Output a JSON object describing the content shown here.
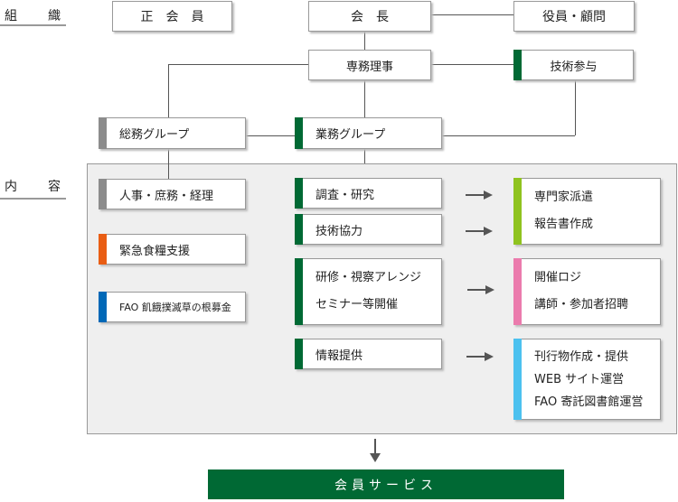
{
  "sections": {
    "organization": "組　織",
    "content": "内　容"
  },
  "org": {
    "regular_members": "正　会　員",
    "chairman": "会　長",
    "officers": "役員・顧問",
    "executive_director": "専務理事",
    "technical_advisor": "技術参与",
    "general_affairs_group": "総務グループ",
    "operations_group": "業務グループ"
  },
  "content": {
    "general": [
      "人事・庶務・経理",
      "緊急食糧支援",
      "FAO 飢餓撲滅草の根募金"
    ],
    "operations": [
      [
        "調査・研究"
      ],
      [
        "技術協力"
      ],
      [
        "研修・視察アレンジ",
        "セミナー等開催"
      ],
      [
        "情報提供"
      ]
    ],
    "outputs": [
      [
        "専門家派遣",
        "報告書作成"
      ],
      [
        "開催ロジ",
        "講師・参加者招聘"
      ],
      [
        "刊行物作成・提供",
        "WEB サイト運営",
        "FAO 寄託図書館運営"
      ]
    ]
  },
  "member_services": "会員サービス",
  "colors": {
    "gray": "#8c8c8c",
    "green": "#006934",
    "orange": "#e95d13",
    "blue": "#0068b7",
    "lime": "#8fc31f",
    "pink": "#eb7bad",
    "sky": "#4cc1ef"
  }
}
